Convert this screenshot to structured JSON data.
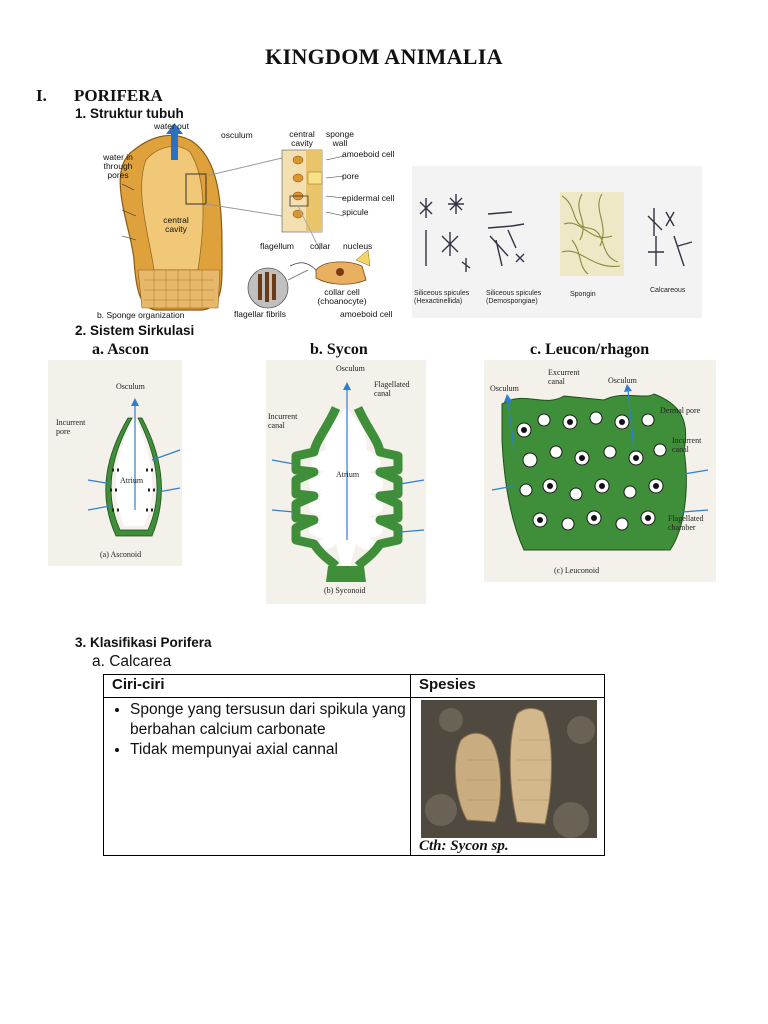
{
  "title": "KINGDOM ANIMALIA",
  "section": {
    "num": "I.",
    "name": "PORIFERA"
  },
  "struktur": {
    "heading": "1. Struktur tubuh",
    "labels": {
      "water_out": "water out",
      "osculum": "osculum",
      "water_in": "water in through pores",
      "central_cavity": "central cavity",
      "central_cavity2": "central cavity",
      "sponge_wall": "sponge wall",
      "amoeboid_cell": "amoeboid cell",
      "pore": "pore",
      "epidermal_cell": "epidermal cell",
      "spicule": "spicule",
      "flagellum": "flagellum",
      "collar": "collar",
      "nucleus": "nucleus",
      "collar_cell": "collar cell (choanocyte)",
      "amoeboid_cell2": "amoeboid cell",
      "flagellar_fibrils": "flagellar fibrils",
      "organization": "b. Sponge organization"
    },
    "spicules": [
      "Siliceous spicules (Hexactinellida)",
      "Siliceous spicules (Demospongiae)",
      "Spongin",
      "Calcareous"
    ]
  },
  "sirkulasi": {
    "heading": "2. Sistem Sirkulasi",
    "types": [
      {
        "label": "a. Ascon",
        "caption": "(a) Asconoid",
        "parts": {
          "osculum": "Osculum",
          "incurrent": "Incurrent pore",
          "atrium": "Atrium"
        }
      },
      {
        "label": "b. Sycon",
        "caption": "(b) Syconoid",
        "parts": {
          "osculum": "Osculum",
          "flagellated": "Flagellated canal",
          "incurrent": "Incurrent canal",
          "atrium": "Atrium"
        }
      },
      {
        "label": "c. Leucon/rhagon",
        "caption": "(c) Leuconoid",
        "parts": {
          "osculum1": "Osculum",
          "excurrent": "Excurrent canal",
          "osculum2": "Osculum",
          "dermal": "Dermal pore",
          "incurrent": "Incurrent canal",
          "chamber": "Flagellated chamber"
        }
      }
    ]
  },
  "klasifikasi": {
    "heading": "3. Klasifikasi Porifera",
    "sub": "a. Calcarea",
    "table": {
      "col1": "Ciri-ciri",
      "col2": "Spesies",
      "bullets": [
        "Sponge yang tersusun dari spikula yang berbahan calcium carbonate",
        "Tidak mempunyai axial cannal"
      ],
      "caption": "Cth: Sycon sp."
    }
  },
  "colors": {
    "sponge_orange": "#d9962e",
    "canal_green": "#3f8f3a",
    "water_blue": "#2f7fd0"
  }
}
